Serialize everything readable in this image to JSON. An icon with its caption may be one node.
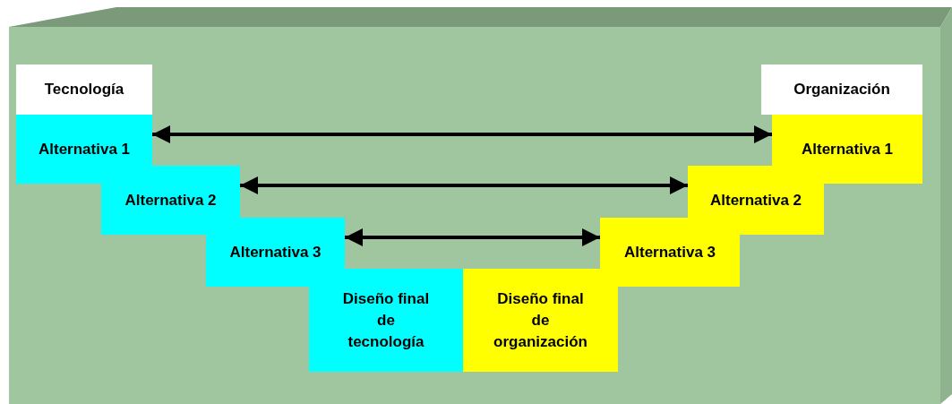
{
  "diagram": {
    "nodes": [
      {
        "text": [
          "Tecnología"
        ]
      },
      {
        "text": [
          "Alternativa 1"
        ]
      },
      {
        "text": [
          "Alternativa 2"
        ]
      },
      {
        "text": [
          "Alternativa 3"
        ]
      },
      {
        "text": [
          "Diseño final de tecnología"
        ]
      },
      {
        "text": [
          "Diseño final de organización"
        ]
      },
      {
        "text": [
          "Alternativa 3"
        ]
      },
      {
        "text": [
          "Alternativa 2"
        ]
      },
      {
        "text": [
          "Alternativa 1"
        ]
      },
      {
        "text": [
          "Organización"
        ]
      }
    ],
    "edges": [
      {
        "from": 1,
        "to": 8,
        "arrow": "both"
      },
      {
        "from": 2,
        "to": 7,
        "arrow": "both"
      },
      {
        "from": 3,
        "to": 6,
        "arrow": "both"
      }
    ]
  }
}
